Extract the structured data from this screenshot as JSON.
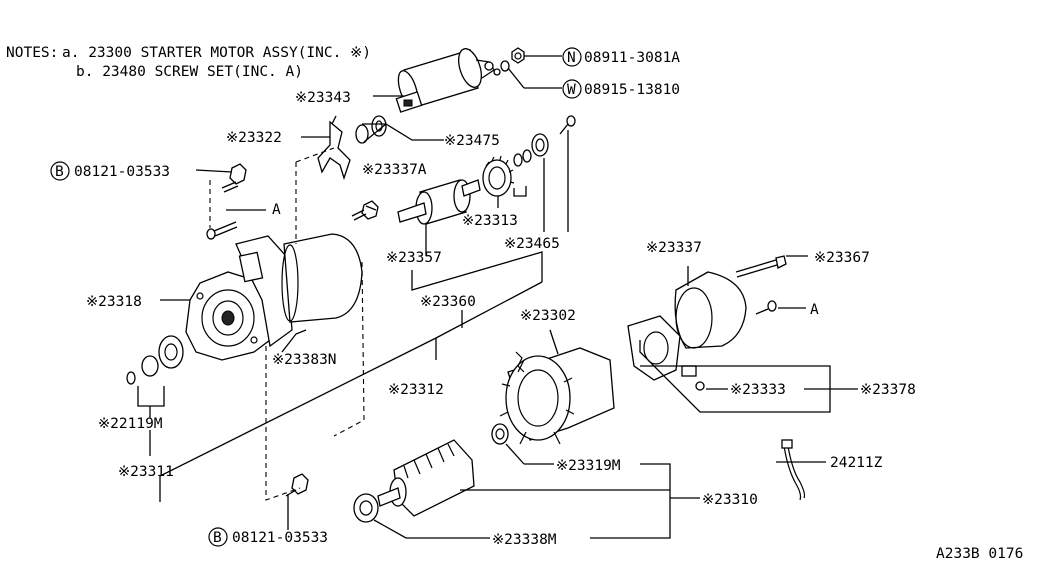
{
  "notes": {
    "heading": "NOTES:",
    "line_a": "a. 23300 STARTER MOTOR ASSY(INC. ※)",
    "line_b": "b. 23480 SCREW SET(INC. A)"
  },
  "callouts": {
    "c23343": "※23343",
    "c08911_badge": "N",
    "c08911": "08911-3081A",
    "c08915_badge": "W",
    "c08915": "08915-13810",
    "c23322": "※23322",
    "c23475": "※23475",
    "c08121_top_badge": "B",
    "c08121_top": "08121-03533",
    "c23337A": "※23337A",
    "cA1": "A",
    "c23313": "※23313",
    "c23465": "※23465",
    "c23357": "※23357",
    "c23337": "※23337",
    "c23367": "※23367",
    "c23318": "※23318",
    "c23360": "※23360",
    "cA2": "A",
    "c23302": "※23302",
    "c23383N": "※23383N",
    "c23312": "※23312",
    "c23333": "※23333",
    "c23378": "※23378",
    "c22119M": "※22119M",
    "c23319M": "※23319M",
    "c24211Z": "24211Z",
    "c23311": "※23311",
    "c23310": "※23310",
    "c08121_bot_badge": "B",
    "c08121_bot": "08121-03533",
    "c23338M": "※23338M"
  },
  "footer": {
    "code": "A233B 0176"
  }
}
